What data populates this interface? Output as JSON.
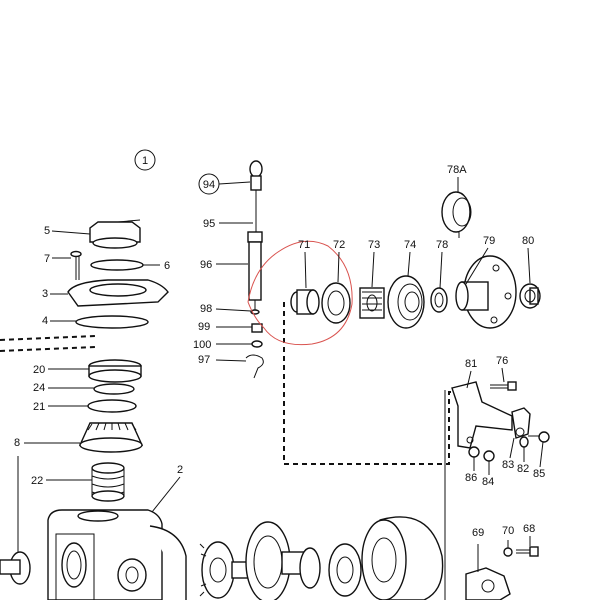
{
  "diagram": {
    "circled_number": "1",
    "callouts": {
      "c94": "94",
      "c95": "95",
      "c96": "96",
      "c98": "98",
      "c99": "99",
      "c100": "100",
      "c97": "97",
      "c5": "5",
      "c6": "6",
      "c7": "7",
      "c3": "3",
      "c4": "4",
      "c20": "20",
      "c24": "24",
      "c21": "21",
      "c8": "8",
      "c22": "22",
      "c2": "2",
      "c71": "71",
      "c72": "72",
      "c73": "73",
      "c74": "74",
      "c78": "78",
      "c78A": "78A",
      "c79": "79",
      "c80": "80",
      "c81": "81",
      "c76": "76",
      "c83": "83",
      "c82": "82",
      "c85": "85",
      "c86": "86",
      "c84": "84",
      "c69": "69",
      "c70": "70",
      "c68": "68"
    }
  }
}
